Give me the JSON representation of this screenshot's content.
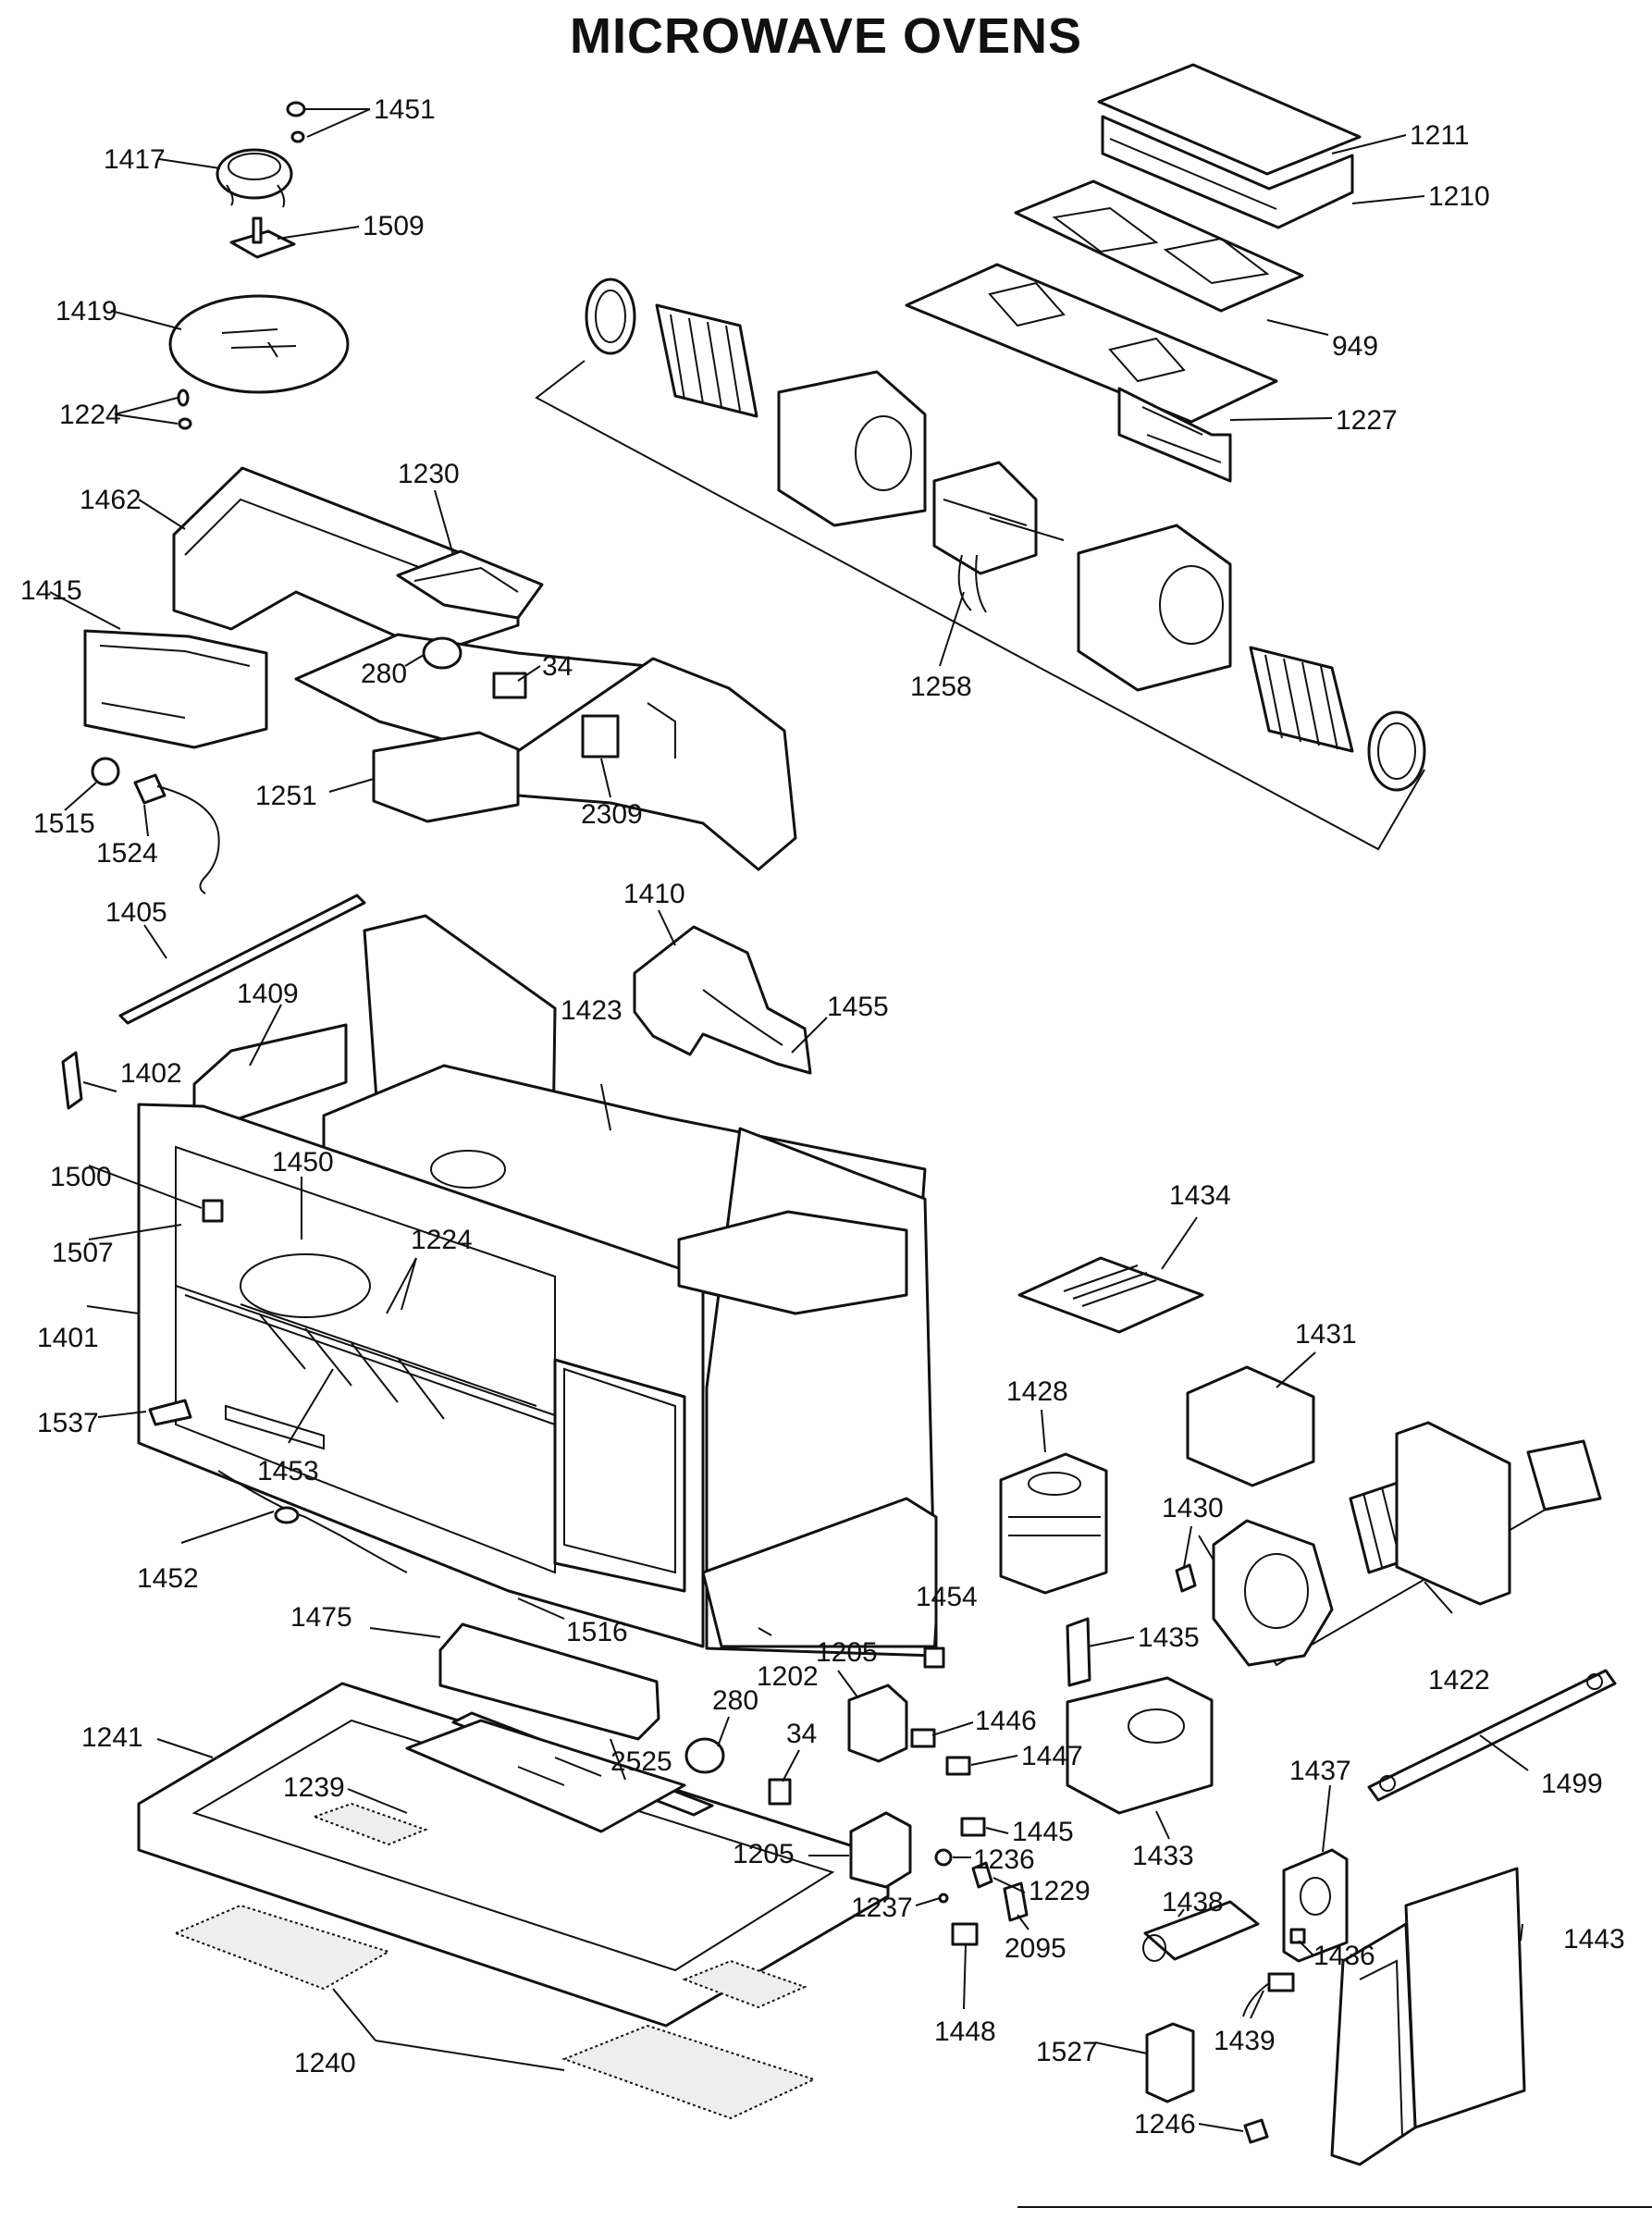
{
  "title": "MICROWAVE OVENS",
  "part_labels": [
    {
      "id": "l1451",
      "text": "1451"
    },
    {
      "id": "l1417",
      "text": "1417"
    },
    {
      "id": "l1509",
      "text": "1509"
    },
    {
      "id": "l1419",
      "text": "1419"
    },
    {
      "id": "l1224a",
      "text": "1224"
    },
    {
      "id": "l1211",
      "text": "1211"
    },
    {
      "id": "l1210",
      "text": "1210"
    },
    {
      "id": "l949",
      "text": "949"
    },
    {
      "id": "l1227",
      "text": "1227"
    },
    {
      "id": "l1258",
      "text": "1258"
    },
    {
      "id": "l1462",
      "text": "1462"
    },
    {
      "id": "l1230",
      "text": "1230"
    },
    {
      "id": "l1415",
      "text": "1415"
    },
    {
      "id": "l280a",
      "text": "280"
    },
    {
      "id": "l34a",
      "text": "34"
    },
    {
      "id": "l1251",
      "text": "1251"
    },
    {
      "id": "l2309",
      "text": "2309"
    },
    {
      "id": "l1515",
      "text": "1515"
    },
    {
      "id": "l1524",
      "text": "1524"
    },
    {
      "id": "l1405",
      "text": "1405"
    },
    {
      "id": "l1410",
      "text": "1410"
    },
    {
      "id": "l1455",
      "text": "1455"
    },
    {
      "id": "l1409",
      "text": "1409"
    },
    {
      "id": "l1423",
      "text": "1423"
    },
    {
      "id": "l1402",
      "text": "1402"
    },
    {
      "id": "l1450",
      "text": "1450"
    },
    {
      "id": "l1500",
      "text": "1500"
    },
    {
      "id": "l1224b",
      "text": "1224"
    },
    {
      "id": "l1507",
      "text": "1507"
    },
    {
      "id": "l1434",
      "text": "1434"
    },
    {
      "id": "l1401",
      "text": "1401"
    },
    {
      "id": "l1431",
      "text": "1431"
    },
    {
      "id": "l1537",
      "text": "1537"
    },
    {
      "id": "l1428",
      "text": "1428"
    },
    {
      "id": "l1453",
      "text": "1453"
    },
    {
      "id": "l1430",
      "text": "1430"
    },
    {
      "id": "l1452",
      "text": "1452"
    },
    {
      "id": "l1454",
      "text": "1454"
    },
    {
      "id": "l1435",
      "text": "1435"
    },
    {
      "id": "l1475",
      "text": "1475"
    },
    {
      "id": "l1516",
      "text": "1516"
    },
    {
      "id": "l1205a",
      "text": "1205"
    },
    {
      "id": "l1202",
      "text": "1202"
    },
    {
      "id": "l1422",
      "text": "1422"
    },
    {
      "id": "l280b",
      "text": "280"
    },
    {
      "id": "l1446",
      "text": "1446"
    },
    {
      "id": "l1241",
      "text": "1241"
    },
    {
      "id": "l34b",
      "text": "34"
    },
    {
      "id": "l1447",
      "text": "1447"
    },
    {
      "id": "l1499",
      "text": "1499"
    },
    {
      "id": "l2525",
      "text": "2525"
    },
    {
      "id": "l1239",
      "text": "1239"
    },
    {
      "id": "l1437",
      "text": "1437"
    },
    {
      "id": "l1205b",
      "text": "1205"
    },
    {
      "id": "l1445",
      "text": "1445"
    },
    {
      "id": "l1236",
      "text": "1236"
    },
    {
      "id": "l1433",
      "text": "1433"
    },
    {
      "id": "l1229",
      "text": "1229"
    },
    {
      "id": "l1438",
      "text": "1438"
    },
    {
      "id": "l1443",
      "text": "1443"
    },
    {
      "id": "l1237",
      "text": "1237"
    },
    {
      "id": "l2095",
      "text": "2095"
    },
    {
      "id": "l1436",
      "text": "1436"
    },
    {
      "id": "l1448",
      "text": "1448"
    },
    {
      "id": "l1439",
      "text": "1439"
    },
    {
      "id": "l1527",
      "text": "1527"
    },
    {
      "id": "l1240",
      "text": "1240"
    },
    {
      "id": "l1246",
      "text": "1246"
    }
  ]
}
